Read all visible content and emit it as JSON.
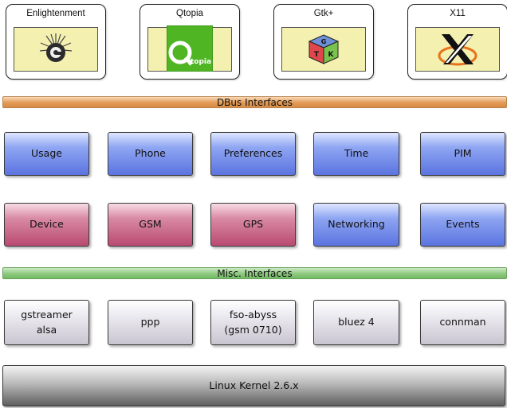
{
  "apps": [
    {
      "name": "Enlightenment",
      "icon": "enlightenment-logo-icon"
    },
    {
      "name": "Qtopia",
      "icon": "qtopia-logo-icon",
      "logo_text": "topia"
    },
    {
      "name": "Gtk+",
      "icon": "gtk-cube-logo-icon",
      "logo_letters": [
        "G",
        "T",
        "K"
      ]
    },
    {
      "name": "X11",
      "icon": "x11-logo-icon"
    }
  ],
  "dbus_bar": {
    "label": "DBus Interfaces",
    "color": "#e29a55"
  },
  "dbus_services": [
    {
      "label": "Usage",
      "color": "blue"
    },
    {
      "label": "Phone",
      "color": "blue"
    },
    {
      "label": "Preferences",
      "color": "blue"
    },
    {
      "label": "Time",
      "color": "blue"
    },
    {
      "label": "PIM",
      "color": "blue"
    }
  ],
  "device_services": [
    {
      "label": "Device",
      "color": "red"
    },
    {
      "label": "GSM",
      "color": "red"
    },
    {
      "label": "GPS",
      "color": "red"
    },
    {
      "label": "Networking",
      "color": "blue"
    },
    {
      "label": "Events",
      "color": "blue"
    }
  ],
  "misc_bar": {
    "label": "Misc. Interfaces",
    "color": "#8fca7f"
  },
  "system_components": [
    {
      "lines": [
        "gstreamer",
        "alsa"
      ]
    },
    {
      "lines": [
        "ppp"
      ]
    },
    {
      "lines": [
        "fso-abyss",
        "(gsm 0710)"
      ]
    },
    {
      "lines": [
        "bluez 4"
      ]
    },
    {
      "lines": [
        "connman"
      ]
    }
  ],
  "kernel": {
    "label": "Linux Kernel 2.6.x"
  }
}
